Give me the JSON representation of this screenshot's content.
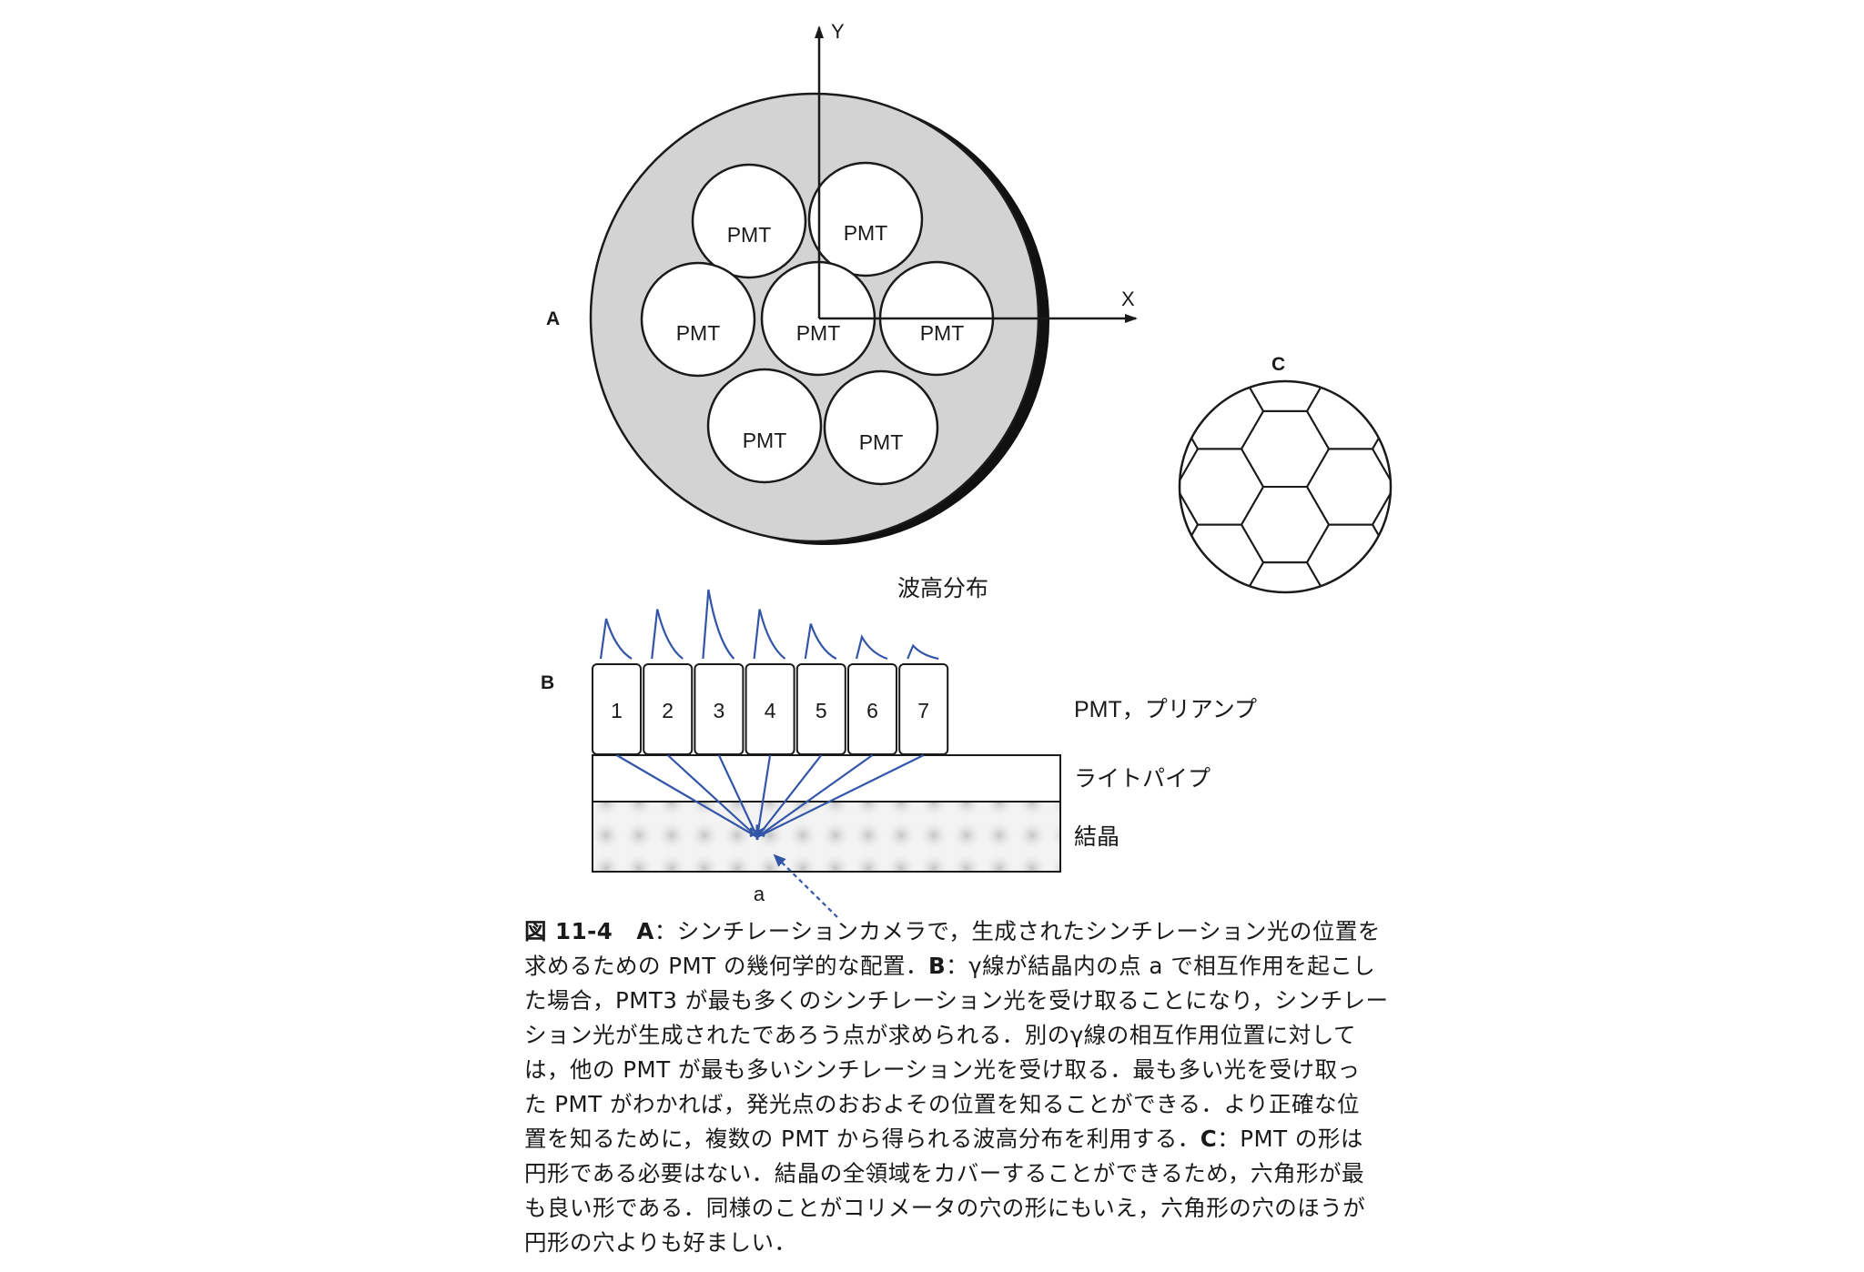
{
  "panel_a": {
    "label": "A",
    "pmt_labels": [
      "PMT",
      "PMT",
      "PMT",
      "PMT",
      "PMT",
      "PMT",
      "PMT"
    ],
    "y_axis": "Y",
    "x_axis": "X",
    "camera_fill": "#d3d3d3"
  },
  "panel_b": {
    "label": "B",
    "pulse_title": "波高分布",
    "tubes": [
      "1",
      "2",
      "3",
      "4",
      "5",
      "6",
      "7"
    ],
    "pulse_heights": [
      0.55,
      0.68,
      0.95,
      0.68,
      0.48,
      0.3,
      0.18
    ],
    "layers": {
      "pmt": "PMT，プリアンプ",
      "lightguide": "ライトパイプ",
      "crystal": "結晶"
    },
    "point_label": "a",
    "accent_color": "#3355a8"
  },
  "panel_c": {
    "label": "C"
  },
  "caption": {
    "number": "図 11-4",
    "lines": [
      [
        {
          "t": "A",
          "b": true
        },
        {
          "t": "：シンチレーションカメラで，生成されたシンチレーション光の位置を"
        }
      ],
      [
        {
          "t": "求めるための PMT の幾何学的な配置．"
        },
        {
          "t": "B",
          "b": true
        },
        {
          "t": "：γ線が結晶内の点 a で相互作用を起こし"
        }
      ],
      [
        {
          "t": "た場合，PMT3 が最も多くのシンチレーション光を受け取ることになり，シンチレー"
        }
      ],
      [
        {
          "t": "ション光が生成されたであろう点が求められる．別のγ線の相互作用位置に対して"
        }
      ],
      [
        {
          "t": "は，他の PMT が最も多いシンチレーション光を受け取る．最も多い光を受け取っ"
        }
      ],
      [
        {
          "t": "た PMT がわかれば，発光点のおおよその位置を知ることができる．より正確な位"
        }
      ],
      [
        {
          "t": "置を知るために，複数の PMT から得られる波高分布を利用する．"
        },
        {
          "t": "C",
          "b": true
        },
        {
          "t": "：PMT の形は"
        }
      ],
      [
        {
          "t": "円形である必要はない．結晶の全領域をカバーすることができるため，六角形が最"
        }
      ],
      [
        {
          "t": "も良い形である．同様のことがコリメータの穴の形にもいえ，六角形の穴のほうが"
        }
      ],
      [
        {
          "t": "円形の穴よりも好ましい．"
        }
      ]
    ]
  }
}
